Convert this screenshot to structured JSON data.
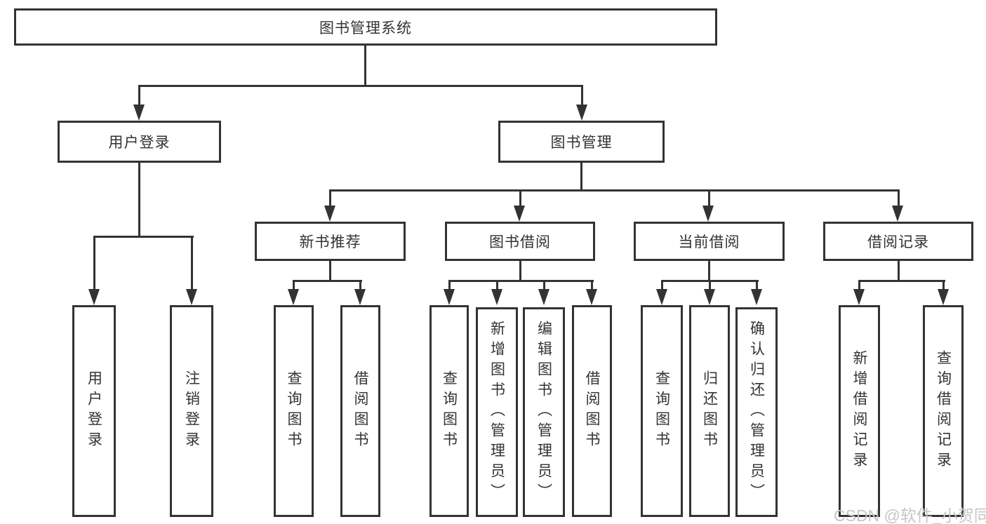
{
  "page": {
    "watermark": "CSDN @软件_小贺同学"
  },
  "colors": {
    "line": "#333333",
    "border": "#333333",
    "text": "#333333",
    "box_background": "#ffffff",
    "watermark": "#c6c6c6"
  },
  "tree": {
    "root": {
      "label": "图书管理系统",
      "children": [
        {
          "label": "用户登录",
          "children": [
            {
              "label": "用户登录"
            },
            {
              "label": "注销登录"
            }
          ]
        },
        {
          "label": "图书管理",
          "children": [
            {
              "label": "新书推荐",
              "children": [
                {
                  "label": "查询图书"
                },
                {
                  "label": "借阅图书"
                }
              ]
            },
            {
              "label": "图书借阅",
              "children": [
                {
                  "label": "查询图书"
                },
                {
                  "label": "新增图书（管理员）"
                },
                {
                  "label": "编辑图书（管理员）"
                },
                {
                  "label": "借阅图书"
                }
              ]
            },
            {
              "label": "当前借阅",
              "children": [
                {
                  "label": "查询图书"
                },
                {
                  "label": "归还图书"
                },
                {
                  "label": "确认归还（管理员）"
                }
              ]
            },
            {
              "label": "借阅记录",
              "children": [
                {
                  "label": "新增借阅记录"
                },
                {
                  "label": "查询借阅记录"
                }
              ]
            }
          ]
        }
      ]
    }
  }
}
